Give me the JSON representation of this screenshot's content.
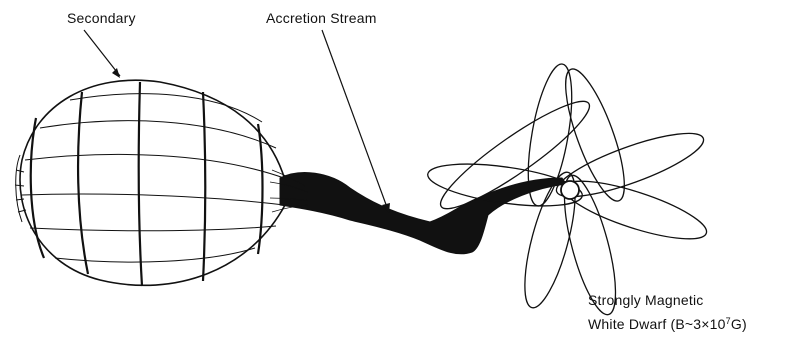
{
  "labels": {
    "secondary": "Secondary",
    "accretion_stream": "Accretion Stream",
    "white_dwarf_line1": "Strongly Magnetic",
    "white_dwarf_line2_prefix": "White Dwarf (B~3×10",
    "white_dwarf_line2_exponent": "7",
    "white_dwarf_line2_suffix": "G)"
  },
  "colors": {
    "ink": "#111111",
    "background": "#ffffff"
  }
}
